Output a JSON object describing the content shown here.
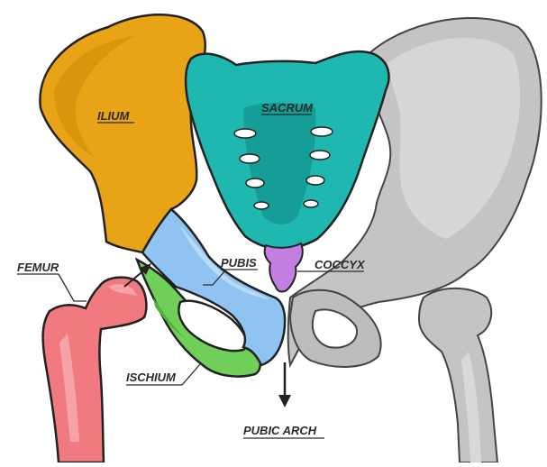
{
  "labels": {
    "ilium": "ILIUM",
    "sacrum": "SACRUM",
    "pubis": "PUBIS",
    "coccyx": "COCCYX",
    "femur": "FEMUR",
    "ischium": "ISCHIUM",
    "pubic_arch": "PUBIC ARCH"
  },
  "colors": {
    "ilium": "#e8a317",
    "sacrum": "#1fb8b0",
    "pubis": "#8fc3f2",
    "coccyx": "#c27ee0",
    "femur": "#f07a80",
    "ischium": "#6fcf58",
    "grey_side": "#c4c4c4",
    "outline": "#222222"
  }
}
